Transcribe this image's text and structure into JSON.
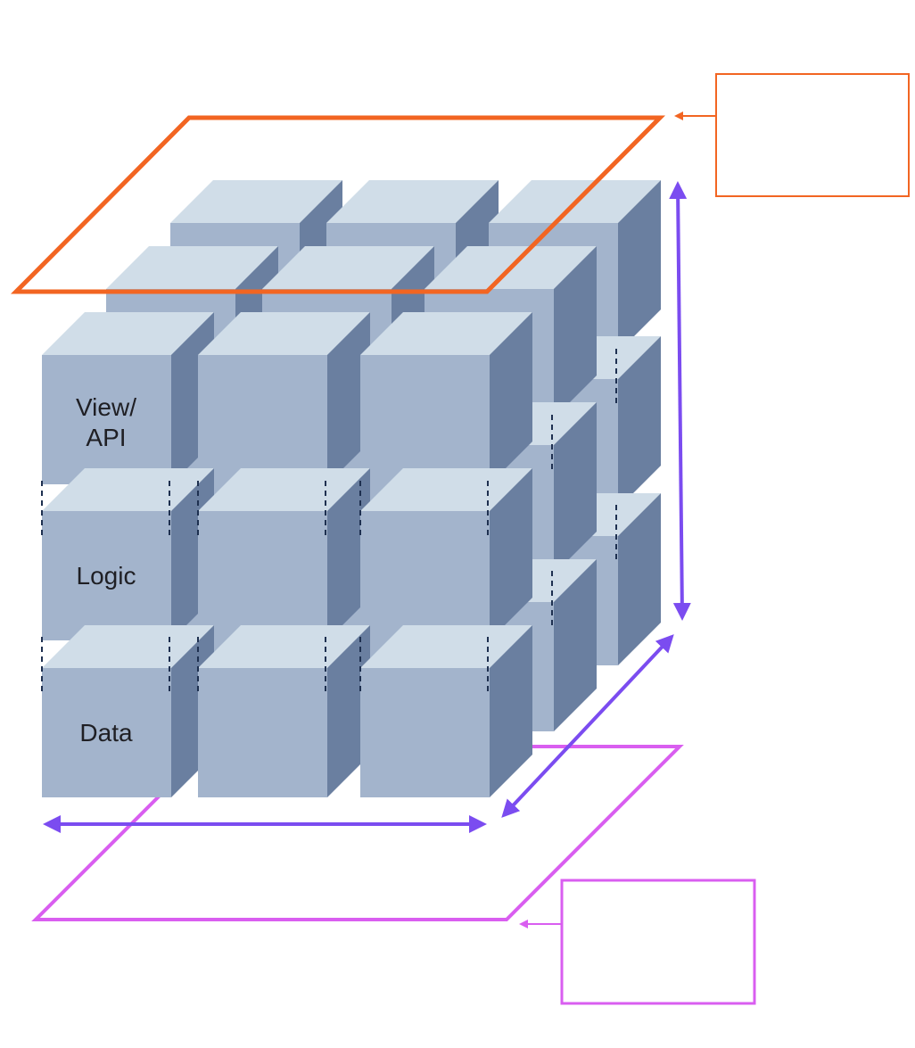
{
  "diagram": {
    "layer_labels": {
      "view_api_line1": "View/",
      "view_api_line2": "API",
      "logic": "Logic",
      "data": "Data"
    },
    "top_callout_text": "",
    "bottom_callout_text": "",
    "colors": {
      "cube_top": "#d0dde8",
      "cube_front": "#a3b4cc",
      "cube_side": "#6a7fa0",
      "top_plane": "#f26522",
      "bottom_plane": "#d95ef0",
      "axis_arrows": "#7b4cf0",
      "dashed_connector": "#1e3050"
    }
  }
}
